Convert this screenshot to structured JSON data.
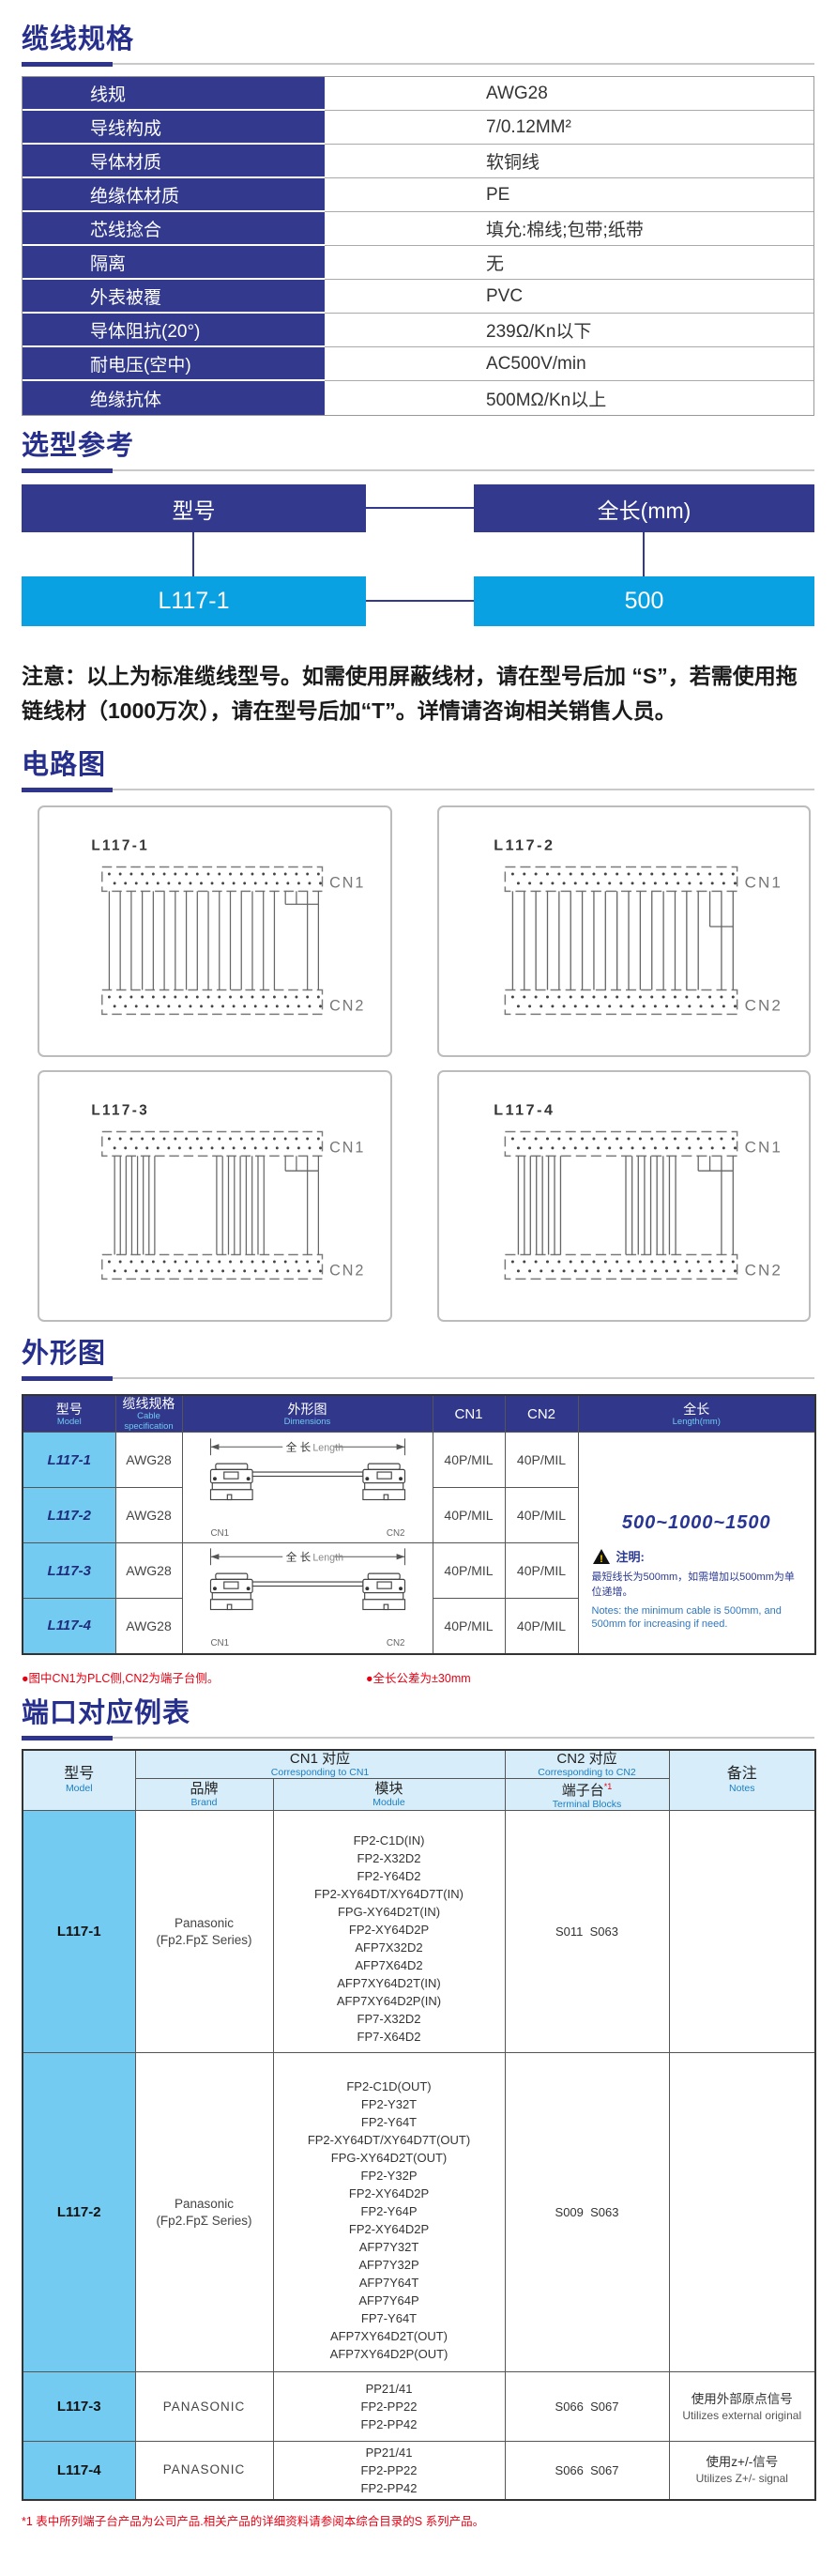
{
  "colors": {
    "navy": "#333A8D",
    "header_navy": "#31388B",
    "accent_blue": "#0AA1E2",
    "sky_blue": "#73CBF1",
    "pale_blue": "#D7EDF9",
    "red": "#E60012",
    "english_blue": "#1B7FC3",
    "title_navy": "#272F8C"
  },
  "spec": {
    "title": "缆线规格",
    "rows": [
      {
        "label": "线规",
        "value": "AWG28"
      },
      {
        "label": "导线构成",
        "value": "7/0.12MM²"
      },
      {
        "label": "导体材质",
        "value": "软铜线"
      },
      {
        "label": "绝缘体材质",
        "value": "PE"
      },
      {
        "label": "芯线捻合",
        "value": "填允:棉线;包带;纸带"
      },
      {
        "label": "隔离",
        "value": "无"
      },
      {
        "label": "外表被覆",
        "value": "PVC"
      },
      {
        "label": "导体阻抗(20°)",
        "value": "239Ω/Kn以下"
      },
      {
        "label": "耐电压(空中)",
        "value": "AC500V/min"
      },
      {
        "label": "绝缘抗体",
        "value": "500MΩ/Kn以上"
      }
    ]
  },
  "selection": {
    "title": "选型参考",
    "model_label": "型号",
    "length_label": "全长(mm)",
    "model_value": "L117-1",
    "length_value": "500",
    "note": "注意：以上为标准缆线型号。如需使用屏蔽线材，请在型号后加 “S”，若需使用拖链线材（1000万次），请在型号后加“T”。详情请咨询相关销售人员。"
  },
  "circuit": {
    "title": "电路图",
    "panels": [
      {
        "id": "L117-1",
        "cn1": "CN1",
        "cn2": "CN2",
        "pattern": "dense-a"
      },
      {
        "id": "L117-2",
        "cn1": "CN1",
        "cn2": "CN2",
        "pattern": "dense-b"
      },
      {
        "id": "L117-3",
        "cn1": "CN1",
        "cn2": "CN2",
        "pattern": "split"
      },
      {
        "id": "L117-4",
        "cn1": "CN1",
        "cn2": "CN2",
        "pattern": "split"
      }
    ]
  },
  "outline": {
    "title": "外形图",
    "header": {
      "model_cn": "型号",
      "model_en": "Model",
      "spec_cn": "缆线规格",
      "spec_en": "Cable specification",
      "dim_cn": "外形图",
      "dim_en": "Dimensions",
      "cn1": "CN1",
      "cn2": "CN2",
      "len_cn": "全长",
      "len_en": "Length(mm)"
    },
    "rows": [
      {
        "model": "L117-1",
        "spec": "AWG28",
        "cn1": "40P/MIL",
        "cn2": "40P/MIL"
      },
      {
        "model": "L117-2",
        "spec": "AWG28",
        "cn1": "40P/MIL",
        "cn2": "40P/MIL"
      },
      {
        "model": "L117-3",
        "spec": "AWG28",
        "cn1": "40P/MIL",
        "cn2": "40P/MIL"
      },
      {
        "model": "L117-4",
        "spec": "AWG28",
        "cn1": "40P/MIL",
        "cn2": "40P/MIL"
      }
    ],
    "drawing": {
      "dim_cn": "全 长",
      "dim_en": "Length",
      "cn1": "CN1",
      "cn2": "CN2"
    },
    "length_cell": {
      "range": "500~1000~1500",
      "note_title": "注明:",
      "note_cn": "最短线长为500mm，如需增加以500mm为单位递增。",
      "note_en": "Notes: the minimum cable is 500mm, and 500mm for increasing if need."
    },
    "footnotes": [
      "●图中CN1为PLC侧,CN2为端子台侧。",
      "●全长公差为±30mm"
    ]
  },
  "port": {
    "title": "端口对应例表",
    "header": {
      "model_cn": "型号",
      "model_en": "Model",
      "cn1_cn": "CN1 对应",
      "cn1_en": "Corresponding to CN1",
      "cn2_cn": "CN2 对应",
      "cn2_en": "Corresponding to CN2",
      "notes_cn": "备注",
      "notes_en": "Notes",
      "brand_cn": "品牌",
      "brand_en": "Brand",
      "module_cn": "模块",
      "module_en": "Module",
      "terminal_cn": "端子台",
      "terminal_ref": "*1",
      "terminal_en": "Terminal Blocks"
    },
    "rows": [
      {
        "model": "L117-1",
        "brand": [
          "Panasonic",
          "(Fp2.FpΣ Series)"
        ],
        "modules": [
          "FP2-C1D(IN)",
          "FP2-X32D2",
          "FP2-Y64D2",
          "FP2-XY64DT/XY64D7T(IN)",
          "FPG-XY64D2T(IN)",
          "FP2-XY64D2P",
          "AFP7X32D2",
          "AFP7X64D2",
          "AFP7XY64D2T(IN)",
          "AFP7XY64D2P(IN)",
          "FP7-X32D2",
          "FP7-X64D2"
        ],
        "terminal": "S011  S063",
        "notes": []
      },
      {
        "model": "L117-2",
        "brand": [
          "Panasonic",
          "(Fp2.FpΣ Series)"
        ],
        "modules": [
          "FP2-C1D(OUT)",
          "FP2-Y32T",
          "FP2-Y64T",
          "FP2-XY64DT/XY64D7T(OUT)",
          "FPG-XY64D2T(OUT)",
          "FP2-Y32P",
          "FP2-XY64D2P",
          "FP2-Y64P",
          "FP2-XY64D2P",
          "AFP7Y32T",
          "AFP7Y32P",
          "AFP7Y64T",
          "AFP7Y64P",
          "FP7-Y64T",
          "AFP7XY64D2T(OUT)",
          "AFP7XY64D2P(OUT)"
        ],
        "terminal": "S009  S063",
        "notes": []
      },
      {
        "model": "L117-3",
        "brand": [
          "PANASONIC"
        ],
        "modules": [
          "PP21/41",
          "FP2-PP22",
          "FP2-PP42"
        ],
        "terminal": "S066  S067",
        "notes": [
          "使用外部原点信号",
          "Utilizes external original"
        ]
      },
      {
        "model": "L117-4",
        "brand": [
          "PANASONIC"
        ],
        "modules": [
          "PP21/41",
          "FP2-PP22",
          "FP2-PP42"
        ],
        "terminal": "S066  S067",
        "notes": [
          "使用z+/-信号",
          "Utilizes Z+/- signal"
        ]
      }
    ],
    "footnote": "*1 表中所列端子台产品为公司产品.相关产品的详细资料请参阅本综合目录的S 系列产品。"
  }
}
